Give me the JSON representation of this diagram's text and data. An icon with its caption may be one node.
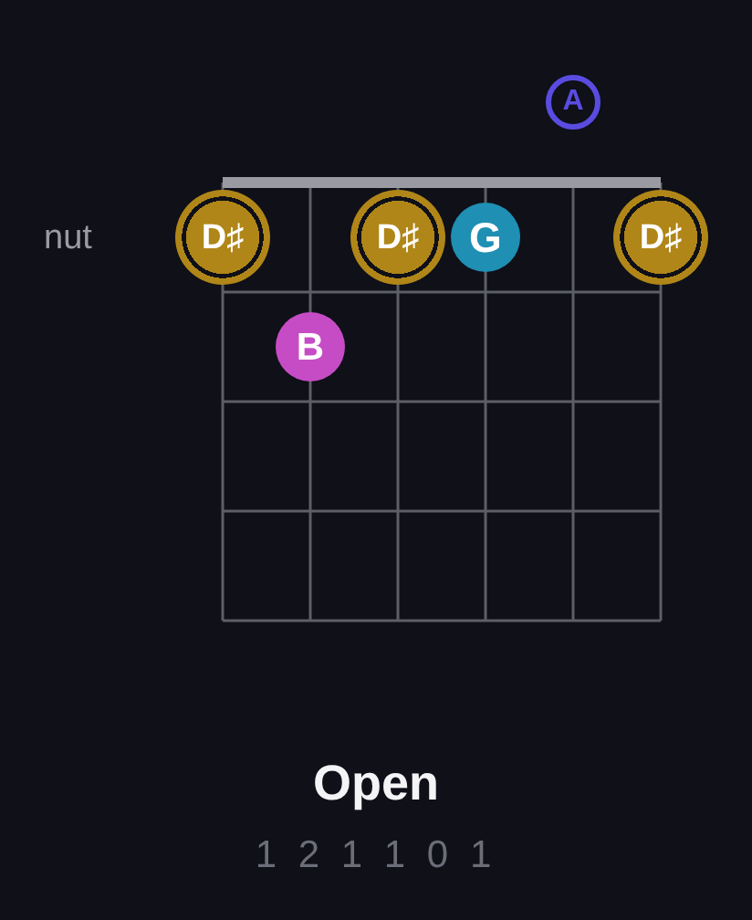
{
  "diagram": {
    "title": "Open",
    "nodes": [
      {
        "text": [
          "A"
        ]
      },
      {
        "text": [
          "D♯"
        ]
      },
      {
        "text": [
          "D♯"
        ]
      },
      {
        "text": [
          "G"
        ]
      },
      {
        "text": [
          "D♯"
        ]
      },
      {
        "text": [
          "B"
        ]
      }
    ],
    "labels": [
      "nut",
      "1 2 1 1 0 1"
    ]
  }
}
